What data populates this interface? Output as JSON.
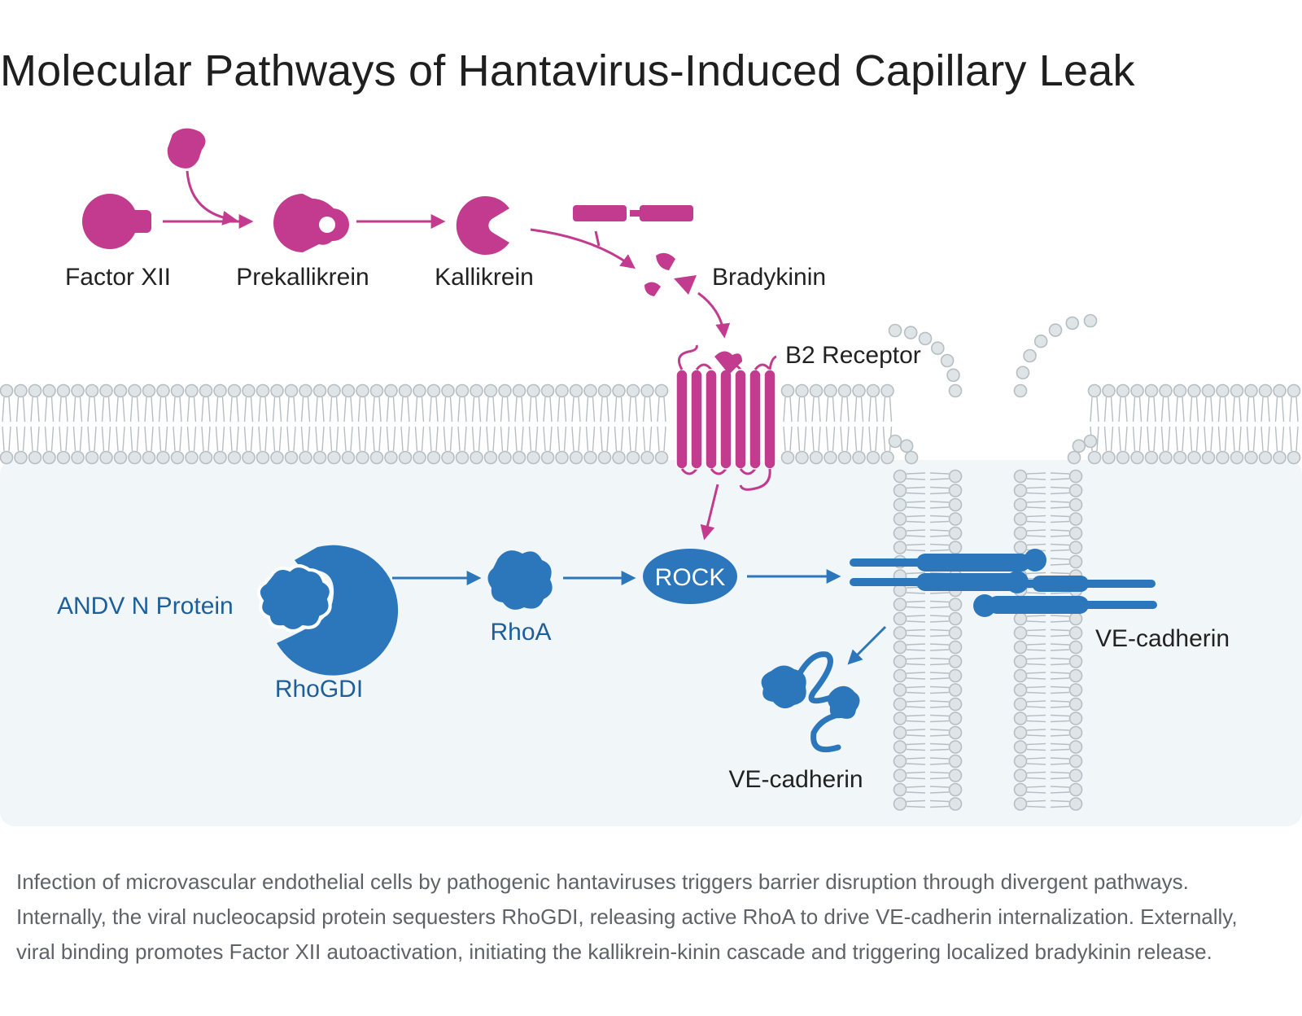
{
  "title": "Molecular Pathways of Hantavirus-Induced Capillary Leak",
  "labels": {
    "factor_xii": "Factor XII",
    "prekallikrein": "Prekallikrein",
    "kallikrein": "Kallikrein",
    "bradykinin": "Bradykinin",
    "b2_receptor": "B2 Receptor",
    "andv_n_protein": "ANDV N Protein",
    "rhogdi": "RhoGDI",
    "rhoa": "RhoA",
    "rock": "ROCK",
    "ve_cadherin_junction": "VE-cadherin",
    "ve_cadherin_internalized": "VE-cadherin"
  },
  "caption": "Infection of microvascular endothelial cells by pathogenic hantaviruses triggers barrier disruption through divergent pathways. Internally, the viral nucleocapsid protein sequesters RhoGDI, releasing active RhoA to drive VE-cadherin internalization. Externally, viral binding promotes Factor XII autoactivation, initiating the kallikrein-kinin cascade and triggering localized bradykinin release.",
  "colors": {
    "magenta": "#c23b8f",
    "blue": "#2c77bb",
    "membrane": "#b6bec3",
    "cytoplasm": "#f1f6f8"
  }
}
